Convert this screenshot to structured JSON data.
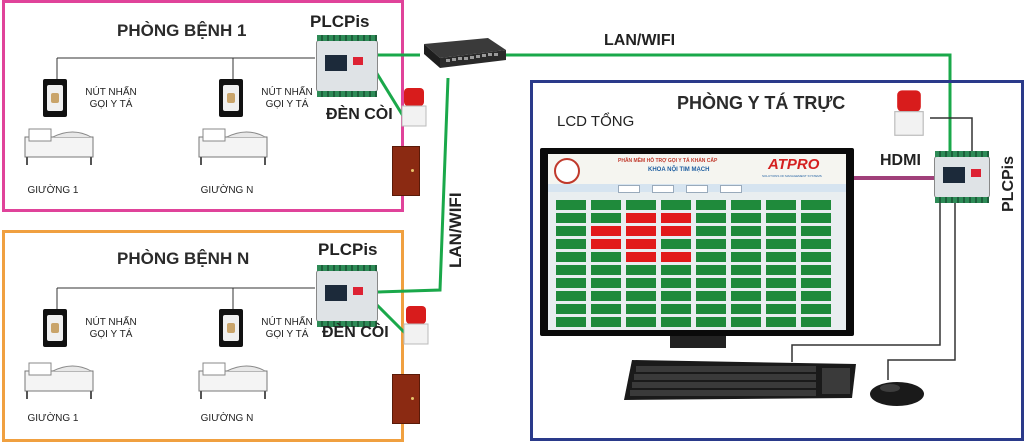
{
  "rooms": [
    {
      "title": "PHÒNG BỆNH 1",
      "controller": "PLCPis",
      "alarm": "ĐÈN CÒI",
      "call_button_label_1": "NÚT NHẤN",
      "call_button_label_2": "GỌI Y TÁ",
      "beds": [
        "GIƯỜNG 1",
        "GIƯỜNG N"
      ],
      "border_color": "#e0439a"
    },
    {
      "title": "PHÒNG BỆNH N",
      "controller": "PLCPis",
      "alarm": "ĐÈN CÒI",
      "call_button_label_1": "NÚT NHẤN",
      "call_button_label_2": "GỌI Y TÁ",
      "beds": [
        "GIƯỜNG 1",
        "GIƯỜNG N"
      ],
      "border_color": "#f0a040"
    }
  ],
  "nurse_station": {
    "title": "PHÒNG Y TÁ TRỰC",
    "lcd_label": "LCD TỔNG",
    "hdmi_label": "HDMI",
    "controller": "PLCPis",
    "border_color": "#2a3a8a"
  },
  "links": {
    "lan_top": "LAN/WIFI",
    "lan_vertical": "LAN/WIFI",
    "lan_color": "#1aa84a",
    "hdmi_color": "#a0407a"
  },
  "screen": {
    "header": "PHẦN MỀM HỖ TRỢ GỌI Y TÁ KHẨN CẤP",
    "department": "KHOA NỘI TIM MẠCH",
    "brand": "ATPRO",
    "tagline": "SOLUTIONS OF MANAGEMENT SYSTEMS"
  },
  "icons": {
    "switch": "network-switch-icon",
    "plc": "plc-controller-icon",
    "siren": "siren-light-icon",
    "door": "door-icon",
    "bed": "bed-icon",
    "button": "call-button-icon",
    "keyboard": "keyboard-icon",
    "mouse": "mouse-icon"
  }
}
